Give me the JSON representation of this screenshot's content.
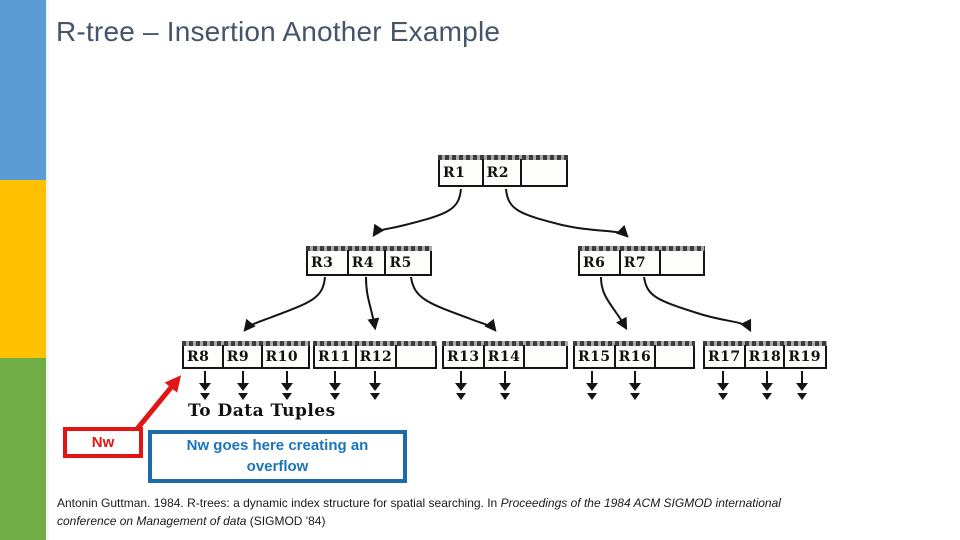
{
  "title": "R-tree – Insertion Another Example",
  "title_color": "#44546A",
  "sidebar_colors": {
    "top": "#5B9BD5",
    "middle": "#FFC000",
    "bottom": "#70AD47"
  },
  "tree": {
    "root": {
      "cells": [
        "R1",
        "R2",
        ""
      ]
    },
    "internal": [
      {
        "cells": [
          "R3",
          "R4",
          "R5"
        ]
      },
      {
        "cells": [
          "R6",
          "R7",
          ""
        ]
      }
    ],
    "leaves": [
      {
        "cells": [
          "R8",
          "R9",
          "R10"
        ]
      },
      {
        "cells": [
          "R11",
          "R12",
          ""
        ]
      },
      {
        "cells": [
          "R13",
          "R14",
          ""
        ]
      },
      {
        "cells": [
          "R15",
          "R16",
          ""
        ]
      },
      {
        "cells": [
          "R17",
          "R18",
          "R19"
        ]
      }
    ],
    "caption": "To Data Tuples"
  },
  "annotations": {
    "nw_label": "Nw",
    "nw_color": "#E21414",
    "callout_text": "Nw goes here creating an overflow",
    "callout_text_color": "#1B75BB",
    "callout_border_color": "#1B6CA8"
  },
  "footer": {
    "line1_normal": "Antonin Guttman. 1984. R-trees: a dynamic index structure for spatial searching. In ",
    "line1_italic": "Proceedings of the 1984 ACM SIGMOD international",
    "line2_italic": "conference on Management of data",
    "line2_normal": " (SIGMOD '84)"
  }
}
